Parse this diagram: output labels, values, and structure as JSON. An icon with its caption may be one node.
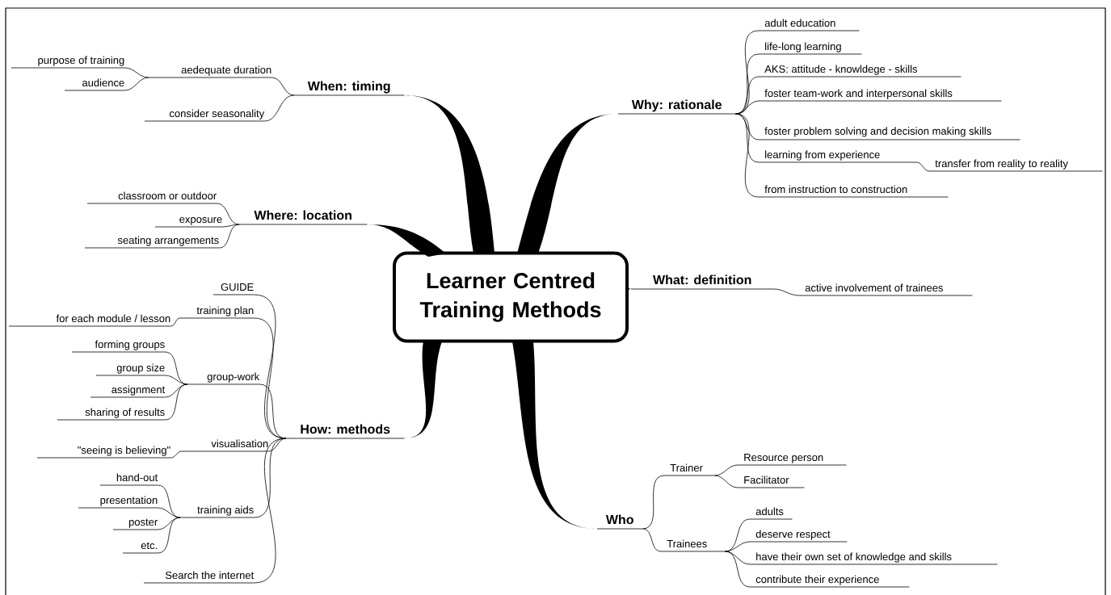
{
  "diagram": {
    "nodes": [
      {
        "text": [
          "Learner Centred Training Methods"
        ]
      },
      {
        "text": [
          "When: timing"
        ]
      },
      {
        "text": [
          "aedequate duration"
        ]
      },
      {
        "text": [
          "purpose of training"
        ]
      },
      {
        "text": [
          "audience"
        ]
      },
      {
        "text": [
          "consider seasonality"
        ]
      },
      {
        "text": [
          "Where: location"
        ]
      },
      {
        "text": [
          "classroom or outdoor"
        ]
      },
      {
        "text": [
          "exposure"
        ]
      },
      {
        "text": [
          "seating arrangements"
        ]
      },
      {
        "text": [
          "Why: rationale"
        ]
      },
      {
        "text": [
          "adult education"
        ]
      },
      {
        "text": [
          "life-long learning"
        ]
      },
      {
        "text": [
          "AKS: attitude - knowldege - skills"
        ]
      },
      {
        "text": [
          "foster team-work and interpersonal skills"
        ]
      },
      {
        "text": [
          "foster problem solving and decision making skills"
        ]
      },
      {
        "text": [
          "learning from experience"
        ]
      },
      {
        "text": [
          "transfer from reality to reality"
        ]
      },
      {
        "text": [
          "from instruction to construction"
        ]
      },
      {
        "text": [
          "What: definition"
        ]
      },
      {
        "text": [
          "active involvement of trainees"
        ]
      },
      {
        "text": [
          "How: methods"
        ]
      },
      {
        "text": [
          "GUIDE"
        ]
      },
      {
        "text": [
          "training plan"
        ]
      },
      {
        "text": [
          "for each module / lesson"
        ]
      },
      {
        "text": [
          "group-work"
        ]
      },
      {
        "text": [
          "forming groups"
        ]
      },
      {
        "text": [
          "group size"
        ]
      },
      {
        "text": [
          "assignment"
        ]
      },
      {
        "text": [
          "sharing of results"
        ]
      },
      {
        "text": [
          "visualisation"
        ]
      },
      {
        "text": [
          "\"seeing is believing\""
        ]
      },
      {
        "text": [
          "training aids"
        ]
      },
      {
        "text": [
          "hand-out"
        ]
      },
      {
        "text": [
          "presentation"
        ]
      },
      {
        "text": [
          "poster"
        ]
      },
      {
        "text": [
          "etc."
        ]
      },
      {
        "text": [
          "Search the internet"
        ]
      },
      {
        "text": [
          "Who"
        ]
      },
      {
        "text": [
          "Trainer"
        ]
      },
      {
        "text": [
          "Resource person"
        ]
      },
      {
        "text": [
          "Facilitator"
        ]
      },
      {
        "text": [
          "Trainees"
        ]
      },
      {
        "text": [
          "adults"
        ]
      },
      {
        "text": [
          "deserve respect"
        ]
      },
      {
        "text": [
          "have their own set of knowledge and skills"
        ]
      },
      {
        "text": [
          "contribute their experience"
        ]
      }
    ],
    "edges": [
      {
        "from": 0,
        "to": 1,
        "arrow": "none",
        "style": "thick"
      },
      {
        "from": 1,
        "to": 2,
        "arrow": "none"
      },
      {
        "from": 2,
        "to": 3,
        "arrow": "none"
      },
      {
        "from": 2,
        "to": 4,
        "arrow": "none"
      },
      {
        "from": 1,
        "to": 5,
        "arrow": "none"
      },
      {
        "from": 0,
        "to": 6,
        "arrow": "none",
        "style": "thick"
      },
      {
        "from": 6,
        "to": 7,
        "arrow": "none"
      },
      {
        "from": 6,
        "to": 8,
        "arrow": "none"
      },
      {
        "from": 6,
        "to": 9,
        "arrow": "none"
      },
      {
        "from": 0,
        "to": 10,
        "arrow": "none",
        "style": "thick"
      },
      {
        "from": 10,
        "to": 11,
        "arrow": "none"
      },
      {
        "from": 10,
        "to": 12,
        "arrow": "none"
      },
      {
        "from": 10,
        "to": 13,
        "arrow": "none"
      },
      {
        "from": 10,
        "to": 14,
        "arrow": "none"
      },
      {
        "from": 10,
        "to": 15,
        "arrow": "none"
      },
      {
        "from": 10,
        "to": 16,
        "arrow": "none"
      },
      {
        "from": 16,
        "to": 17,
        "arrow": "none"
      },
      {
        "from": 10,
        "to": 18,
        "arrow": "none"
      },
      {
        "from": 0,
        "to": 19,
        "arrow": "none",
        "style": "thick"
      },
      {
        "from": 19,
        "to": 20,
        "arrow": "none"
      },
      {
        "from": 0,
        "to": 21,
        "arrow": "none",
        "style": "thick"
      },
      {
        "from": 21,
        "to": 22,
        "arrow": "none"
      },
      {
        "from": 21,
        "to": 23,
        "arrow": "none"
      },
      {
        "from": 23,
        "to": 24,
        "arrow": "none"
      },
      {
        "from": 21,
        "to": 25,
        "arrow": "none"
      },
      {
        "from": 25,
        "to": 26,
        "arrow": "none"
      },
      {
        "from": 25,
        "to": 27,
        "arrow": "none"
      },
      {
        "from": 25,
        "to": 28,
        "arrow": "none"
      },
      {
        "from": 25,
        "to": 29,
        "arrow": "none"
      },
      {
        "from": 21,
        "to": 30,
        "arrow": "none"
      },
      {
        "from": 30,
        "to": 31,
        "arrow": "none"
      },
      {
        "from": 21,
        "to": 32,
        "arrow": "none"
      },
      {
        "from": 32,
        "to": 33,
        "arrow": "none"
      },
      {
        "from": 32,
        "to": 34,
        "arrow": "none"
      },
      {
        "from": 32,
        "to": 35,
        "arrow": "none"
      },
      {
        "from": 32,
        "to": 36,
        "arrow": "none"
      },
      {
        "from": 21,
        "to": 37,
        "arrow": "none"
      },
      {
        "from": 0,
        "to": 38,
        "arrow": "none",
        "style": "thick"
      },
      {
        "from": 38,
        "to": 39,
        "arrow": "none"
      },
      {
        "from": 39,
        "to": 40,
        "arrow": "none"
      },
      {
        "from": 39,
        "to": 41,
        "arrow": "none"
      },
      {
        "from": 38,
        "to": 42,
        "arrow": "none"
      },
      {
        "from": 42,
        "to": 43,
        "arrow": "none"
      },
      {
        "from": 42,
        "to": 44,
        "arrow": "none"
      },
      {
        "from": 42,
        "to": 45,
        "arrow": "none"
      },
      {
        "from": 42,
        "to": 46,
        "arrow": "none"
      }
    ]
  }
}
